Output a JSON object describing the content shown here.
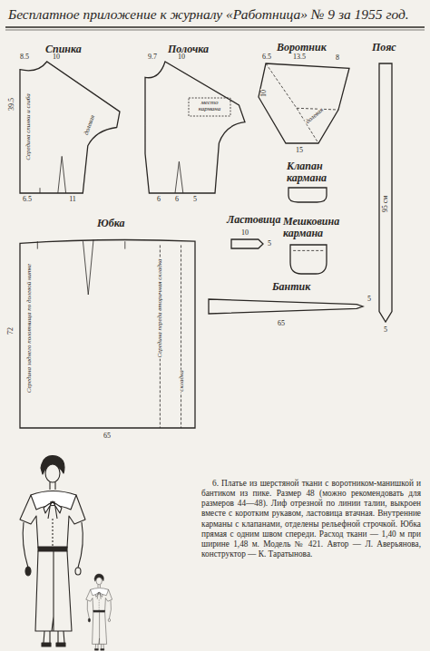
{
  "diagram": {
    "title": "Бесплатное приложение к журналу «Работница» № 9 за 1955 год.",
    "caption": "6. Платье из шерстяной ткани с воротником-манишкой и бантиком из пике. Размер 48 (можно рекомендовать для размеров 44—48). Лиф отрезной по линии талии, выкроен вместе с коротким рукавом, ластовица втачная. Внутренние карманы с клапанами, отделены рельефной строчкой. Юбка прямая с одним швом спереди. Расход ткани — 1,40 м при ширине 1,48 м. Модель № 421. Автор — Л. Аверьянова, конструктор — К. Таратынова.",
    "nodes": [
      {
        "text": [
          "Спинка"
        ]
      },
      {
        "text": [
          "Полочка"
        ]
      },
      {
        "text": [
          "место кармана"
        ],
        "in": 1
      },
      {
        "text": [
          "Воротник"
        ]
      },
      {
        "text": [
          "Пояс"
        ]
      },
      {
        "text": [
          "Клапан кармана"
        ]
      },
      {
        "text": [
          "Ластовица"
        ]
      },
      {
        "text": [
          "Мешковина кармана"
        ]
      },
      {
        "text": [
          "Бантик"
        ]
      },
      {
        "text": [
          "Юбка"
        ]
      }
    ],
    "labels": [
      "8.5",
      "10",
      "39.5",
      "Середина спинки и сгиба",
      "долевая",
      "6.5",
      "11",
      "9.7",
      "10",
      "6",
      "6",
      "5",
      "6.5",
      "13.5",
      "8",
      "10",
      "долевая",
      "15",
      "95 см",
      "5",
      "10",
      "5",
      "65",
      "5",
      "72",
      "Середина заднего полотнища по долевой нитке",
      "Середина переда вторичная складка",
      "складка",
      "65"
    ]
  }
}
